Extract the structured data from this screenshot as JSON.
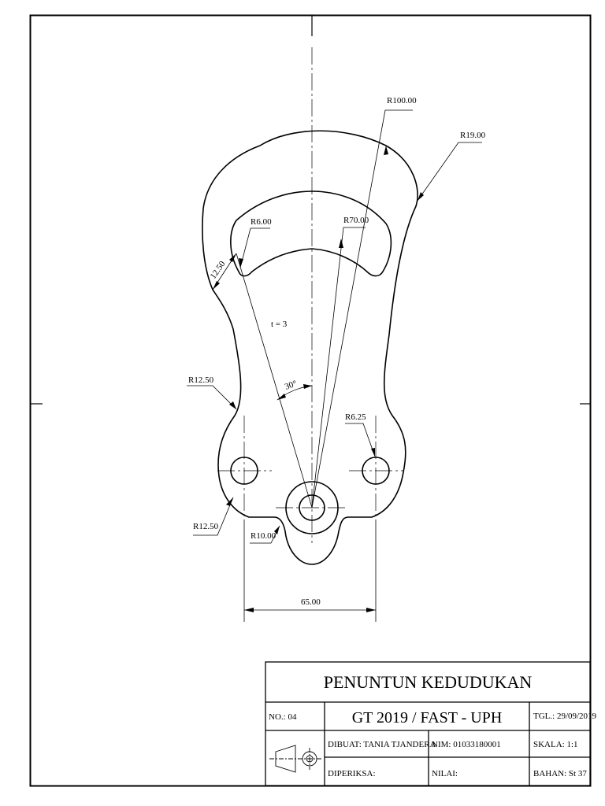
{
  "drawing": {
    "dimensions": {
      "r100": "R100.00",
      "r19": "R19.00",
      "r6": "R6.00",
      "r70": "R70.00",
      "t1250": "12.50",
      "thickness": "t = 3",
      "angle": "30°",
      "r1250_upper": "R12.50",
      "r625": "R6.25",
      "r1250_lower": "R12.50",
      "r10": "R10.00",
      "width65": "65.00"
    }
  },
  "title_block": {
    "title": "PENUNTUN KEDUDUKAN",
    "no": "NO.: 04",
    "subtitle": "GT  2019  /  FAST - UPH",
    "date": "TGL.: 29/09/2019",
    "drawn_by": "DIBUAT: TANIA TJANDERA",
    "nim": "NIM: 01033180001",
    "scale": "SKALA: 1:1",
    "checked_by": "DIPERIKSA:",
    "grade": "NILAI:",
    "material": "BAHAN: St 37"
  }
}
